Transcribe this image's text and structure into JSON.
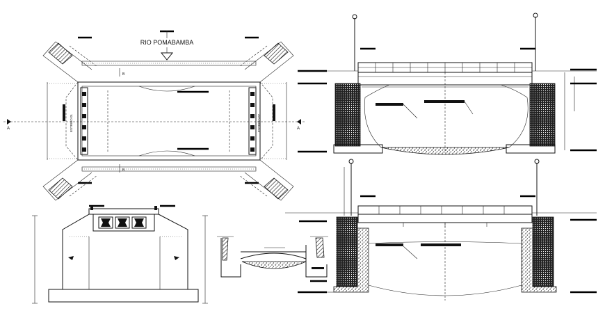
{
  "drawing": {
    "river_label": "RIO POMABAMBA",
    "section_marker_left": "A",
    "section_marker_right": "A",
    "section_marker_b_top": "B",
    "section_marker_b_bottom": "B",
    "abutment_label_left": "ESTRIBO 01",
    "abutment_label_right": "ESTRIBO 02"
  },
  "colors": {
    "line": "#111111",
    "background": "#ffffff"
  }
}
